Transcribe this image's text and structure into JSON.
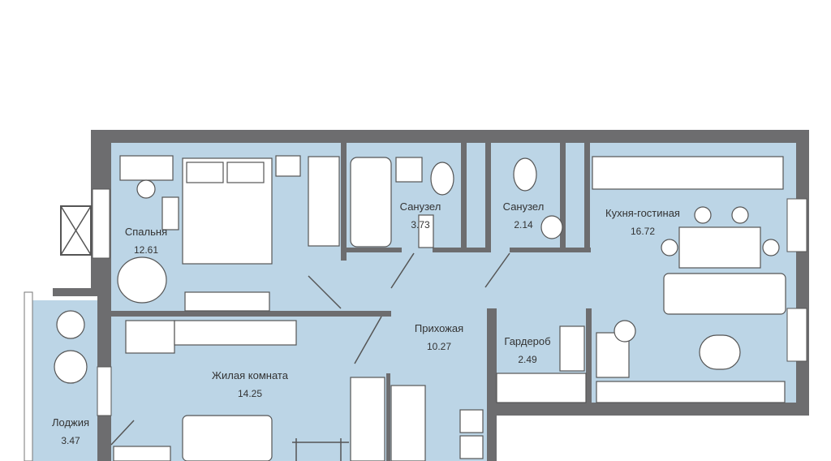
{
  "plan": {
    "colors": {
      "wall": "#6d6d6f",
      "floor": "#bcd5e6",
      "furniture": "#ffffff"
    },
    "rooms": [
      {
        "name": "Спальня",
        "area": "12.61"
      },
      {
        "name": "Санузел",
        "area": "3.73"
      },
      {
        "name": "Санузел",
        "area": "2.14"
      },
      {
        "name": "Кухня-гостиная",
        "area": "16.72"
      },
      {
        "name": "Прихожая",
        "area": "10.27"
      },
      {
        "name": "Гардероб",
        "area": "2.49"
      },
      {
        "name": "Жилая комната",
        "area": "14.25"
      },
      {
        "name": "Лоджия",
        "area": "3.47"
      }
    ]
  }
}
